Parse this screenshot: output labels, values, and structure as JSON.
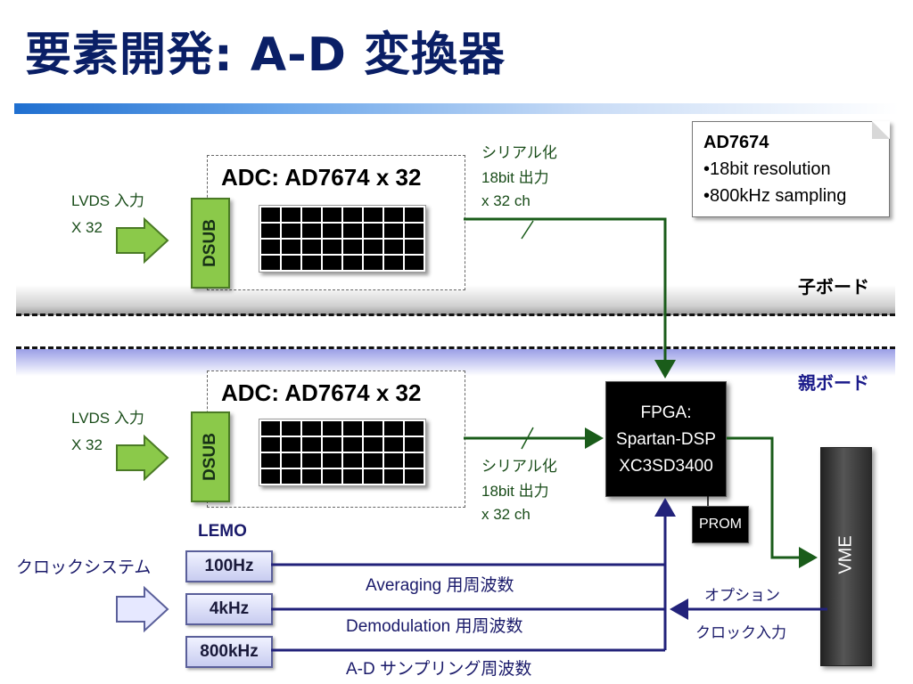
{
  "title": "要素開発: A-D 変換器",
  "note": {
    "heading": "AD7674",
    "line1": "•18bit resolution",
    "line2": "•800kHz sampling"
  },
  "child_board": {
    "label": "子ボード",
    "input_line1": "LVDS 入力",
    "input_line2": "X 32",
    "adc_title": "ADC: AD7674 x 32",
    "dsub": "DSUB",
    "serial_line1": "シリアル化",
    "serial_line2": "18bit 出力",
    "serial_line3": "x 32 ch"
  },
  "parent_board": {
    "label": "親ボード",
    "input_line1": "LVDS 入力",
    "input_line2": "X 32",
    "adc_title": "ADC: AD7674 x 32",
    "dsub": "DSUB",
    "serial_line1": "シリアル化",
    "serial_line2": "18bit 出力",
    "serial_line3": "x 32 ch"
  },
  "fpga": {
    "line1": "FPGA:",
    "line2": "Spartan-DSP",
    "line3": "XC3SD3400"
  },
  "prom": "PROM",
  "vme": "VME",
  "clock": {
    "system_label": "クロックシステム",
    "lemo_label": "LEMO",
    "lemo_1": "100Hz",
    "lemo_2": "4kHz",
    "lemo_3": "800kHz",
    "line_1": "Averaging 用周波数",
    "line_2": "Demodulation 用周波数",
    "line_3": "A-D サンプリング周波数",
    "option_line1": "オプション",
    "option_line2": "クロック入力"
  },
  "colors": {
    "title": "#0a1f66",
    "green_arrow": "#8bc94a",
    "green_line": "#1a5c1a",
    "navy_line": "#22227a",
    "clock_arrow": "#e6e8ff"
  }
}
